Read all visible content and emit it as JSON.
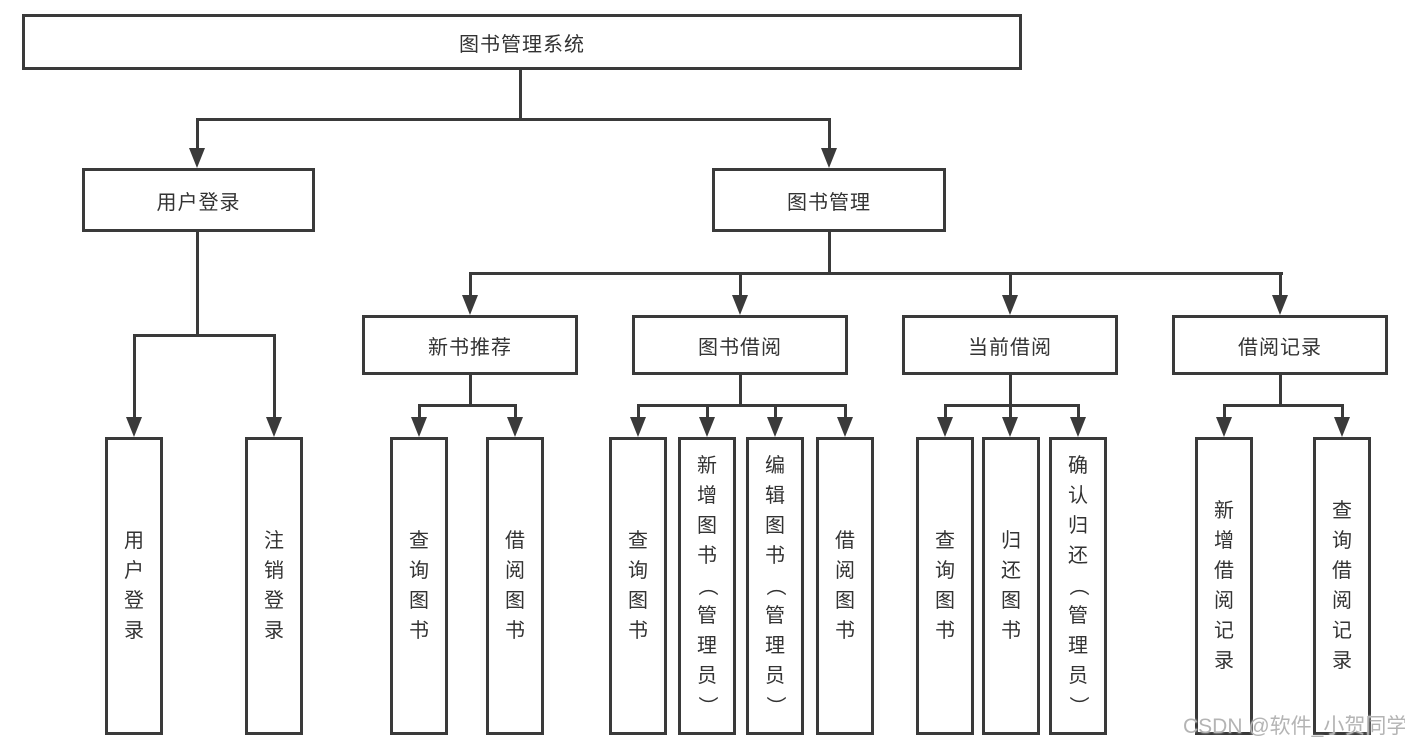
{
  "diagram": {
    "root": {
      "label": "图书管理系统"
    },
    "level2": [
      {
        "label": "用户登录",
        "children": [
          {
            "label": "用户登录"
          },
          {
            "label": "注销登录"
          }
        ]
      },
      {
        "label": "图书管理",
        "children": [
          {
            "label": "新书推荐",
            "children": [
              {
                "label": "查询图书"
              },
              {
                "label": "借阅图书"
              }
            ]
          },
          {
            "label": "图书借阅",
            "children": [
              {
                "label": "查询图书"
              },
              {
                "label": "新增图书（管理员）"
              },
              {
                "label": "编辑图书（管理员）"
              },
              {
                "label": "借阅图书"
              }
            ]
          },
          {
            "label": "当前借阅",
            "children": [
              {
                "label": "查询图书"
              },
              {
                "label": "归还图书"
              },
              {
                "label": "确认归还（管理员）"
              }
            ]
          },
          {
            "label": "借阅记录",
            "children": [
              {
                "label": "新增借阅记录"
              },
              {
                "label": "查询借阅记录"
              }
            ]
          }
        ]
      }
    ]
  },
  "watermark": {
    "text": "CSDN @软件_小贺同学"
  },
  "colors": {
    "line": "#3a3a3a",
    "text": "#333333",
    "box_background": "#ffffff",
    "watermark": "#b4b4b4",
    "page_background": "#ffffff"
  }
}
